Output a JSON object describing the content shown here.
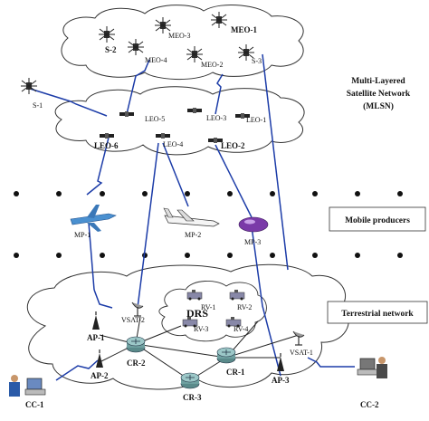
{
  "layers": {
    "mlsn": [
      "Multi-Layered",
      "Satellite Network",
      "(MLSN)"
    ],
    "mobile_producers": "Mobile producers",
    "terrestrial": "Terrestrial network"
  },
  "satellites": {
    "s2": "S-2",
    "meo3": "MEO-3",
    "meo1": "MEO-1",
    "meo4": "MEO-4",
    "meo2": "MEO-2",
    "s3": "S-3",
    "s1": "S-1",
    "leo5": "LEO-5",
    "leo3": "LEO-3",
    "leo1": "LEO-1",
    "leo6": "LEO-6",
    "leo4": "LEO-4",
    "leo2": "LEO-2"
  },
  "producers": {
    "mp1": "MP-1",
    "mp2": "MP-2",
    "mp3": "MP-3"
  },
  "terrestrial_nodes": {
    "vsat2": "VSAT-2",
    "vsat1": "VSAT-1",
    "drs": "DRS",
    "rv1": "RV-1",
    "rv2": "RV-2",
    "rv3": "RV-3",
    "rv4": "RV-4",
    "ap1": "AP-1",
    "ap2": "AP-2",
    "ap3": "AP-3",
    "cr1": "CR-1",
    "cr2": "CR-2",
    "cr3": "CR-3",
    "cc1": "CC-1",
    "cc2": "CC-2"
  }
}
